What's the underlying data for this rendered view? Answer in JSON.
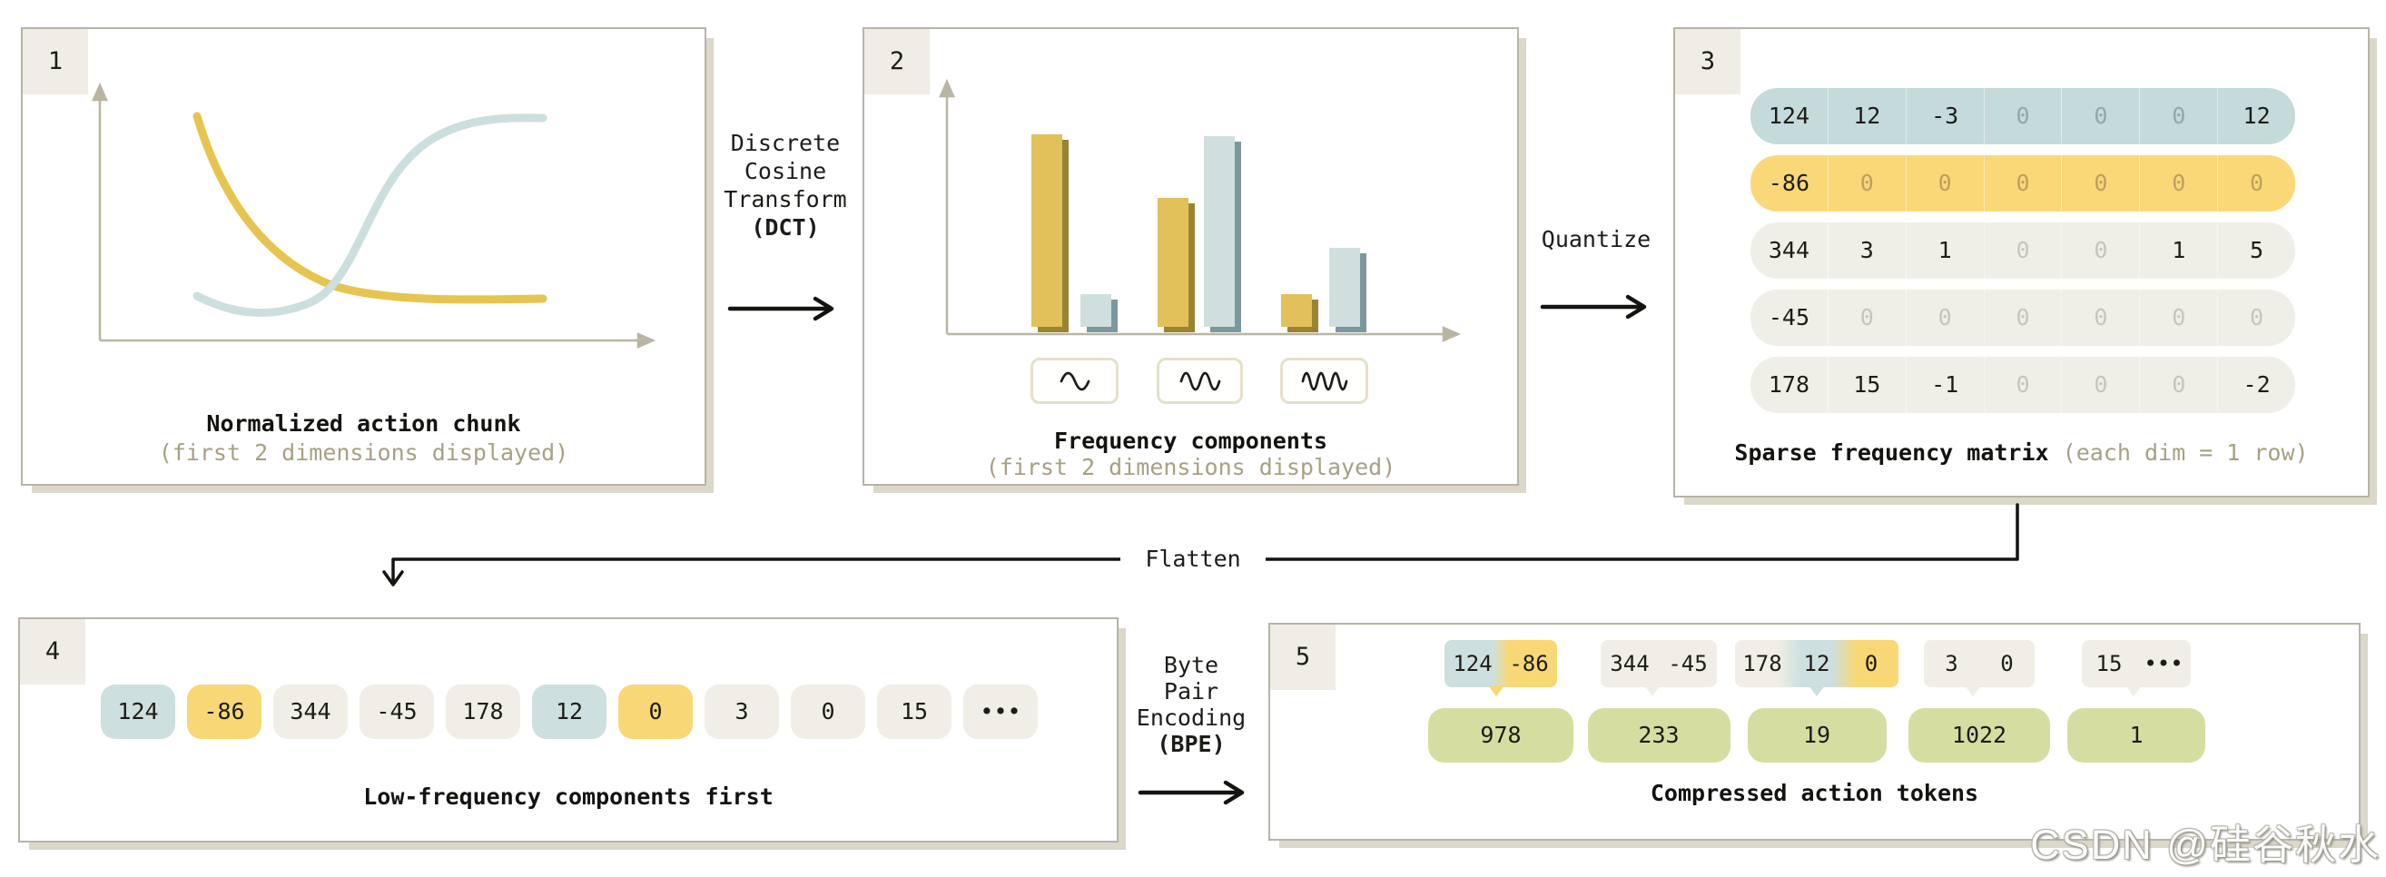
{
  "watermark": "CSDN @硅谷秋水",
  "colors": {
    "accent_yellow": "#e2c05a",
    "accent_blue": "#cfdfde",
    "token_green": "#d6dda1",
    "matrix_blue": "#c5dada",
    "matrix_yellow": "#fad878",
    "neutral_chip": "#f0eee6",
    "olive_text": "#a7a083",
    "panel_border": "#b7b4a7",
    "panel_shadow": "#dbd8c9",
    "ink": "#1d1c18"
  },
  "connectors": {
    "dct": {
      "lines": [
        "Discrete",
        "Cosine",
        "Transform"
      ],
      "bold": "(DCT)"
    },
    "quantize": {
      "label": "Quantize"
    },
    "flatten": {
      "label": "Flatten"
    },
    "bpe": {
      "lines": [
        "Byte",
        "Pair",
        "Encoding"
      ],
      "bold": "(BPE)"
    }
  },
  "panels": {
    "p1": {
      "badge": "1",
      "caption": "Normalized action chunk",
      "subcaption": "(first 2 dimensions displayed)"
    },
    "p2": {
      "badge": "2",
      "caption": "Frequency components",
      "subcaption": "(first 2 dimensions displayed)",
      "bars": [
        {
          "color": "yellow",
          "value": 1.0
        },
        {
          "color": "blue",
          "value": 0.17
        },
        {
          "color": "yellow",
          "value": 0.67
        },
        {
          "color": "blue",
          "value": 0.99
        },
        {
          "color": "yellow",
          "value": 0.17
        },
        {
          "color": "blue",
          "value": 0.41
        }
      ],
      "wave_icons": [
        "low-frequency-wave",
        "mid-frequency-wave",
        "high-frequency-wave"
      ]
    },
    "p3": {
      "badge": "3",
      "caption": "Sparse frequency matrix",
      "caption_note": "(each dim = 1 row)",
      "rows": [
        {
          "style": "blue",
          "cells": [
            "124",
            "12",
            "-3",
            "0",
            "0",
            "0",
            "12"
          ],
          "muted": [
            0,
            0,
            0,
            1,
            1,
            1,
            0
          ]
        },
        {
          "style": "yellow",
          "cells": [
            "-86",
            "0",
            "0",
            "0",
            "0",
            "0",
            "0"
          ],
          "muted": [
            0,
            1,
            1,
            1,
            1,
            1,
            1
          ]
        },
        {
          "style": "plain",
          "cells": [
            "344",
            "3",
            "1",
            "0",
            "0",
            "1",
            "5"
          ],
          "muted": [
            0,
            0,
            0,
            1,
            1,
            0,
            0
          ]
        },
        {
          "style": "plain",
          "cells": [
            "-45",
            "0",
            "0",
            "0",
            "0",
            "0",
            "0"
          ],
          "muted": [
            0,
            1,
            1,
            1,
            1,
            1,
            1
          ]
        },
        {
          "style": "plain",
          "cells": [
            "178",
            "15",
            "-1",
            "0",
            "0",
            "0",
            "-2"
          ],
          "muted": [
            0,
            0,
            0,
            1,
            1,
            1,
            0
          ]
        }
      ]
    },
    "p4": {
      "badge": "4",
      "caption": "Low-frequency components first",
      "tokens": [
        {
          "v": "124",
          "style": "blue"
        },
        {
          "v": "-86",
          "style": "yellow"
        },
        {
          "v": "344",
          "style": "plain"
        },
        {
          "v": "-45",
          "style": "plain"
        },
        {
          "v": "178",
          "style": "plain"
        },
        {
          "v": "12",
          "style": "blue"
        },
        {
          "v": "0",
          "style": "yellow"
        },
        {
          "v": "3",
          "style": "plain"
        },
        {
          "v": "0",
          "style": "plain"
        },
        {
          "v": "15",
          "style": "plain"
        },
        {
          "v": "•••",
          "style": "plain"
        }
      ]
    },
    "p5": {
      "badge": "5",
      "caption": "Compressed action tokens",
      "groups": [
        {
          "chips": [
            {
              "v": "124",
              "style": "blue"
            },
            {
              "v": "-86",
              "style": "yellow"
            }
          ],
          "pointer": "yellow",
          "token": "978"
        },
        {
          "chips": [
            {
              "v": "344",
              "style": "plain"
            },
            {
              "v": "-45",
              "style": "plain"
            }
          ],
          "pointer": "plain",
          "token": "233"
        },
        {
          "chips": [
            {
              "v": "178",
              "style": "plain"
            },
            {
              "v": "12",
              "style": "blue"
            },
            {
              "v": "0",
              "style": "yellow"
            }
          ],
          "pointer": "blue",
          "token": "19"
        },
        {
          "chips": [
            {
              "v": "3",
              "style": "plain"
            },
            {
              "v": "0",
              "style": "plain"
            }
          ],
          "pointer": "plain",
          "token": "1022"
        },
        {
          "chips": [
            {
              "v": "15",
              "style": "plain"
            },
            {
              "v": "•••",
              "style": "plain"
            }
          ],
          "pointer": "plain",
          "token": "1"
        }
      ]
    }
  }
}
